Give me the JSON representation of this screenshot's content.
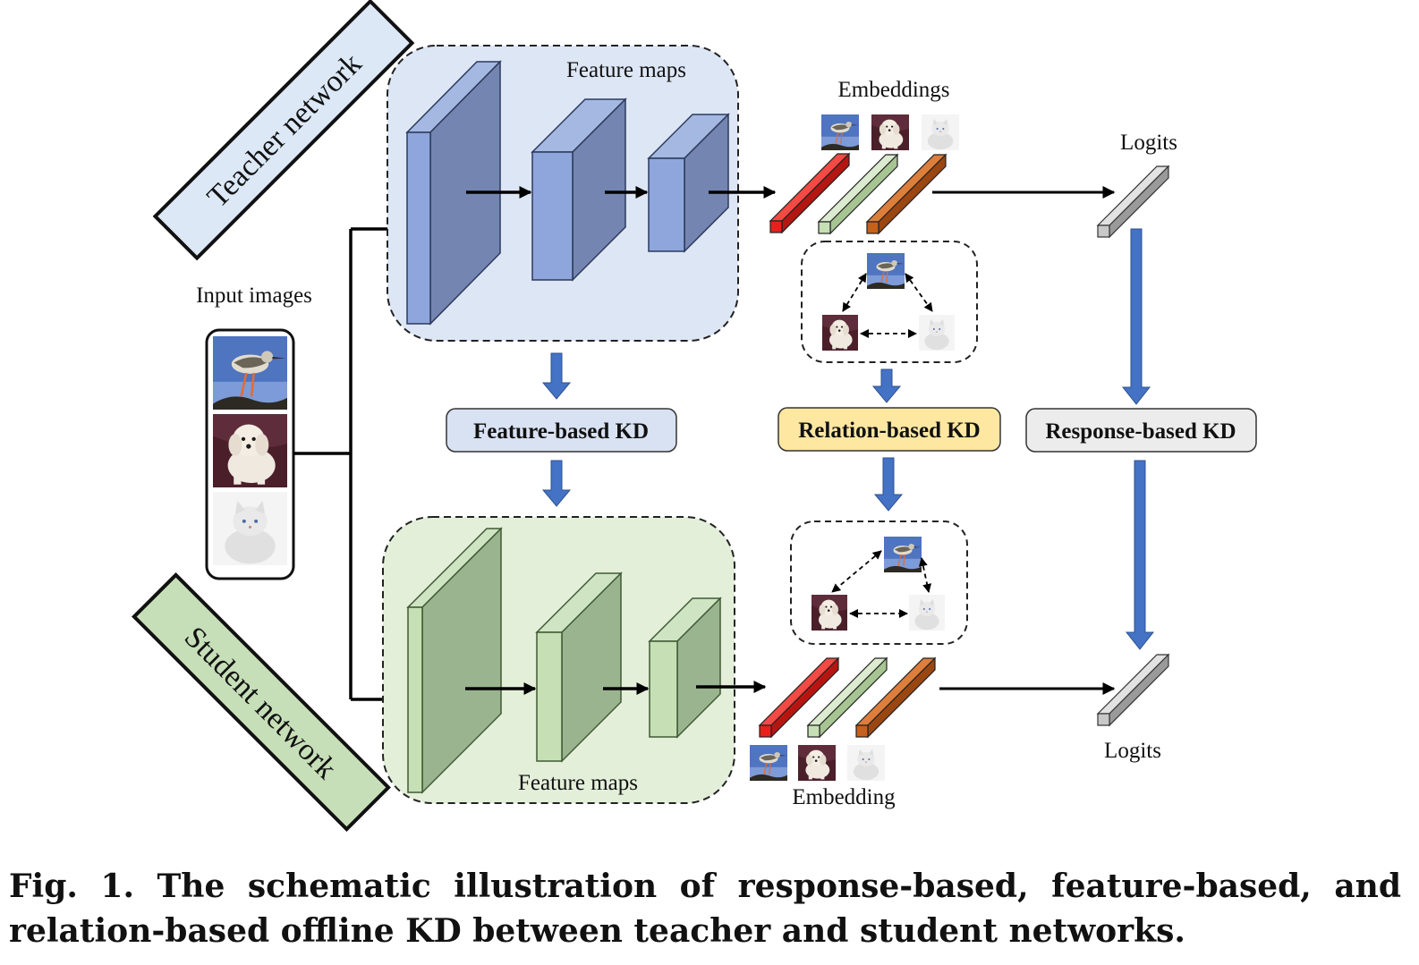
{
  "labels": {
    "teacher_network": "Teacher network",
    "student_network": "Student network",
    "input_images": "Input images",
    "teacher_feature_maps": "Feature maps",
    "student_feature_maps": "Feature maps",
    "teacher_embeddings": "Embeddings",
    "student_embedding": "Embedding",
    "teacher_logits": "Logits",
    "student_logits": "Logits"
  },
  "kd_boxes": {
    "feature": "Feature-based KD",
    "relation": "Relation-based KD",
    "response": "Response-based KD"
  },
  "colors": {
    "teacher_panel": "#dde6f5",
    "student_panel": "#e3efd9",
    "teacher_block": "#7f95c4",
    "student_block": "#9fb896",
    "feature_kd_box": "#d9e2f3",
    "relation_kd_box": "#fde7a1",
    "response_kd_box": "#ececec",
    "kd_arrow": "#4472c4",
    "embed_red": "#e8201c",
    "embed_green": "#c6dfb4",
    "embed_orange": "#c5611c",
    "logit_gray": "#c8c8c8"
  },
  "caption": {
    "prefix": "Fig. 1.",
    "text": "The schematic illustration of response-based, feature-based, and relation-based offline KD between teacher and student networks."
  }
}
